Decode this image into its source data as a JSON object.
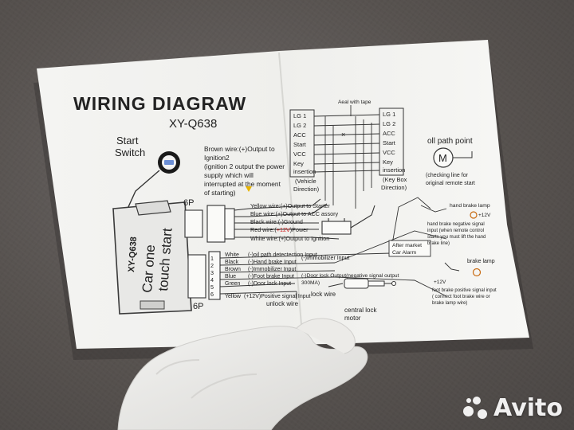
{
  "header": {
    "title": "WIRING DIAGRAW",
    "model": "XY-Q638"
  },
  "start_switch": {
    "label_line1": "Start",
    "label_line2": "Switch",
    "note_lines": [
      "Brown wire:(+)Output to",
      "Ignition2",
      "(ignition 2 output the power",
      "supply which will",
      "interrupted at the moment",
      "of starting)"
    ]
  },
  "module": {
    "code": "XY-Q638",
    "line1": "Car one",
    "line2": "touch start",
    "connector_top": "6P",
    "connector_bottom": "6P"
  },
  "vehicle_side": {
    "pins": [
      "LG 1",
      "LG 2",
      "ACC",
      "Start",
      "VCC",
      "Key",
      "insertion"
    ],
    "caption_lines": [
      "(Vehicle",
      "Direction)"
    ]
  },
  "key_box_side": {
    "pins": [
      "LG 1",
      "LG 2",
      "ACC",
      "Start",
      "VCC",
      "Key",
      "insertion"
    ],
    "caption_lines": [
      "(Key Box",
      "Direction)"
    ]
  },
  "tape_label": "Aeal with tape",
  "oil_path": {
    "title": "oll path point",
    "symbol": "M",
    "caption_lines": [
      "(checking line for",
      "original remote start"
    ]
  },
  "top_connector_wires": [
    {
      "text": "Yellow wire:(+)Output to Starter"
    },
    {
      "text": "Blue wire:(+)Output to ACC assory"
    },
    {
      "text": "Black wire:(-)Ground"
    },
    {
      "text_a": "Red wire:(",
      "text_b": "+12V",
      "text_c": ")Power"
    },
    {
      "text": "White wire:(+)Output to Ignition"
    }
  ],
  "lower_connector": {
    "pin_numbers": [
      "1",
      "2",
      "3",
      "4",
      "5",
      "6"
    ],
    "wires": [
      {
        "color": "White",
        "func": "(-)oil path detectection Input"
      },
      {
        "color": "Black",
        "func": "(-)Hand brake Input"
      },
      {
        "color": "Brown",
        "func": "(-)Immobilizer Input"
      },
      {
        "color": "Blue",
        "func": "(-)Foot brake Input"
      },
      {
        "color": "Green",
        "func": "(-)Door lock Input"
      },
      {
        "color": "Yellow",
        "func": "(+12V)Positive signal Input"
      }
    ],
    "immobilizer_note": "(-)Immobilizer Input",
    "after_market_lines": [
      "After market",
      "Car Alarm"
    ],
    "door_lock_lines": [
      "(-)Door lock Output(negative signal output",
      "300MA)"
    ],
    "unlock_wire": "unlock wire",
    "lock_wire": "lock wire",
    "central_lock_lines": [
      "central lock",
      "motor"
    ]
  },
  "hand_brake": {
    "title": "hand brake lamp",
    "voltage": "+12V",
    "note_lines": [
      "hand brake negative signal",
      "input (when remote control",
      "starts you must lift the hand",
      "brake line)"
    ]
  },
  "brake_lamp": {
    "title": "brake lamp",
    "voltage": "+12V",
    "note_lines": [
      "foot brake positive signal input",
      "( connect foot brake wire or",
      "brake lamp wire)"
    ]
  },
  "watermark": {
    "text": "Avito"
  },
  "colors": {
    "red_text": "#d02020",
    "orange_text": "#c86a10",
    "ink": "#222222",
    "paper": "#f5f5f3",
    "accent_yellow": "#e8b400"
  }
}
